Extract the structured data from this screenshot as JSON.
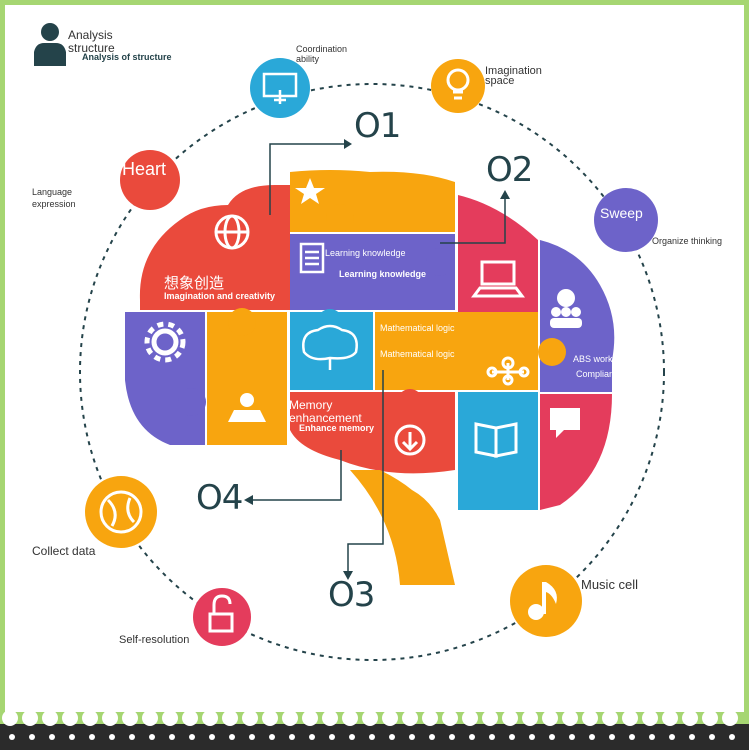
{
  "header": {
    "title_line1": "Analysis",
    "title_line2": "structure",
    "subtitle": "Analysis of structure"
  },
  "orbit_labels": {
    "coordination": "Coordination ability",
    "imagination_space": "Imagination space",
    "heart": "Heart",
    "language": "Language expression",
    "sweep": "Sweep",
    "organize": "Organize thinking",
    "collect": "Collect data",
    "self_resolution": "Self-resolution",
    "music_cell": "Music cell",
    "abs_workers": "ABS workers",
    "compliance": "Complian"
  },
  "numbers": {
    "n1": "O1",
    "n2": "O2",
    "n3": "O3",
    "n4": "O4"
  },
  "brain_labels": {
    "imagination_cn": "想象创造",
    "imagination_en": "Imagination and creativity",
    "learning1": "Learning knowledge",
    "learning2": "Learning knowledge",
    "math1": "Mathematical logic",
    "math2": "Mathematical logic",
    "memory_line1": "Memory",
    "memory_line2": "enhancement",
    "memory_en": "Enhance memory"
  },
  "colors": {
    "red": "#ea4a3c",
    "orange": "#f8a50f",
    "purple": "#6d63c9",
    "blue": "#2aa8d8",
    "pink": "#e43c5c",
    "green_border": "#a6d672",
    "dark": "#24434a"
  }
}
